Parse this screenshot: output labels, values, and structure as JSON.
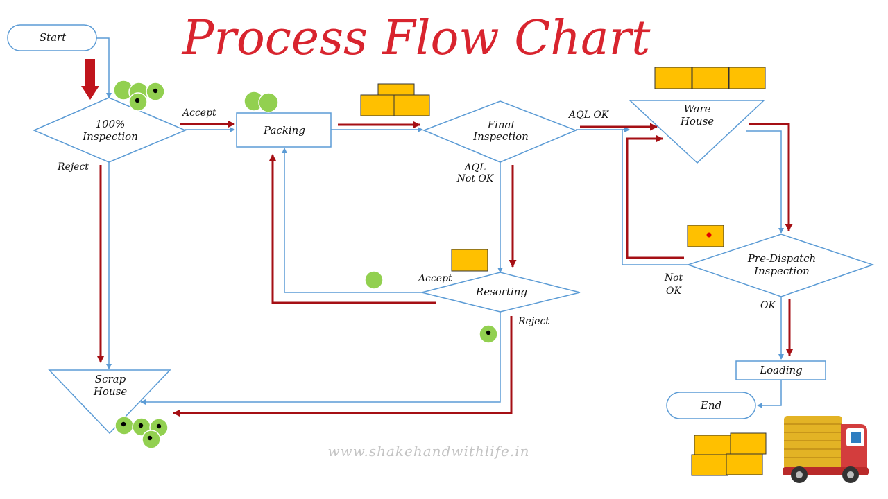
{
  "title": "Process Flow Chart",
  "watermark": "www.shakehandwithlife.in",
  "nodes": {
    "start": "Start",
    "inspection_100": [
      "100%",
      "Inspection"
    ],
    "packing": "Packing",
    "final_inspection": [
      "Final",
      "Inspection"
    ],
    "warehouse": [
      "Ware",
      "House"
    ],
    "resorting": "Resorting",
    "scrap_house": [
      "Scrap",
      "House"
    ],
    "pre_dispatch": [
      "Pre-Dispatch",
      "Inspection"
    ],
    "loading": "Loading",
    "end": "End"
  },
  "edge_labels": {
    "accept_1": "Accept",
    "reject_1": "Reject",
    "aql_ok": "AQL OK",
    "aql_not_ok": [
      "AQL",
      "Not OK"
    ],
    "accept_2": "Accept",
    "reject_2": "Reject",
    "not_ok": [
      "Not",
      "OK"
    ],
    "ok": "OK"
  },
  "colors": {
    "title": "#d8242e",
    "flow_line": "#5b9bd5",
    "red_arrow": "#a50f14",
    "box_fill": "#ffc000",
    "dot_fill": "#92d050"
  }
}
